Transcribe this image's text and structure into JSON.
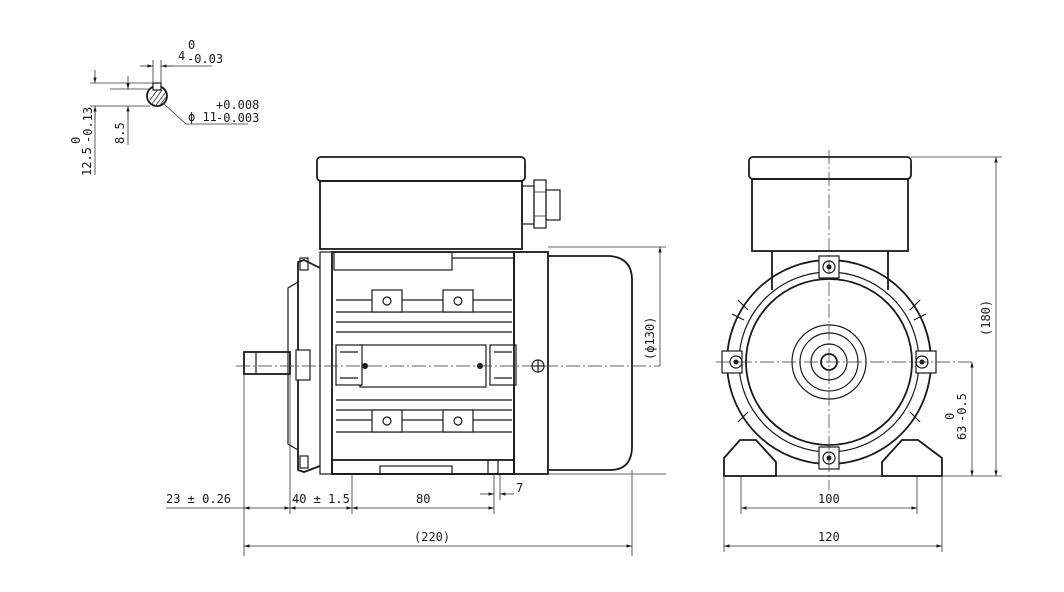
{
  "shaft_detail": {
    "key_width": "4",
    "key_width_tol_upper": "0",
    "key_width_tol_lower": "-0.03",
    "shaft_dia": "ϕ 11",
    "shaft_dia_tol_upper": "+0.008",
    "shaft_dia_tol_lower": "-0.003",
    "key_height": "12.5",
    "key_height_tol_upper": "0",
    "key_height_tol_lower": "-0.13",
    "flat_depth": "8.5"
  },
  "side_view": {
    "dim_shaft": "23 ± 0.26",
    "dim_feet_offset": "40 ± 1.5",
    "dim_feet_spacing": "80",
    "dim_foot_hole": "7",
    "dim_overall_length": "(220)",
    "dim_frame_dia": "(ϕ130)"
  },
  "front_view": {
    "dim_overall_height": "(180)",
    "dim_shaft_height": "63",
    "dim_shaft_height_tol_upper": "0",
    "dim_shaft_height_tol_lower": "-0.5",
    "dim_feet_holes": "100",
    "dim_base_width": "120"
  },
  "colors": {
    "line": "#1a1a1a",
    "background": "#ffffff"
  }
}
